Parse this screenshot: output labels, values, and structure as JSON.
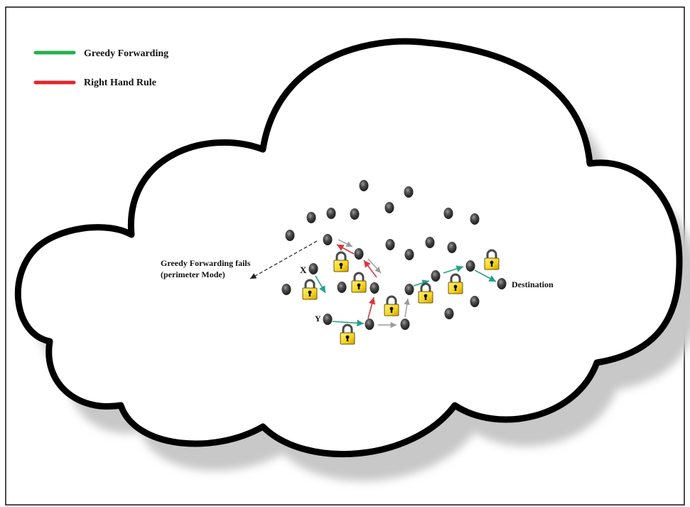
{
  "legend": [
    {
      "label": "Greedy Forwarding",
      "color": "#22b04b"
    },
    {
      "label": "Right Hand Rule",
      "color": "#e0262e"
    }
  ],
  "annotation": {
    "line1": "Greedy Forwarding fails",
    "line2": "(perimeter Mode)"
  },
  "node_labels": {
    "x": "X",
    "y": "Y",
    "destination": "Destination"
  },
  "colors": {
    "cloud_stroke": "#000000",
    "cloud_shadow": "#c8c8c8",
    "node": "#3a3a3a",
    "greedy_arrow": "#22a08a",
    "rhr_arrow": "#d8383f",
    "probe_arrow": "#9a9a9a",
    "lock_body": "#f4d21c",
    "lock_shackle": "#4a4a4a"
  },
  "icons": {
    "node": "sensor-node-icon",
    "lock": "padlock-icon"
  }
}
